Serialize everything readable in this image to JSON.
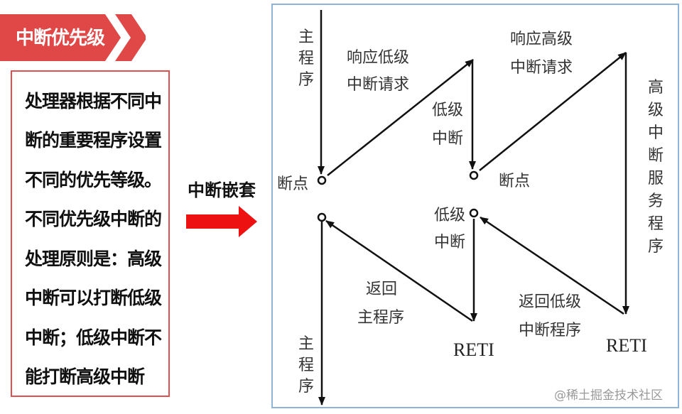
{
  "banner": {
    "title": "中断优先级"
  },
  "description": {
    "lines": [
      "处理器根据不同中",
      "断的重要程序设置",
      "不同的优先等级。",
      "不同优先级中断的",
      "处理原则是：高级",
      "中断可以打断低级",
      "中断；低级中断不",
      "能打断高级中断"
    ]
  },
  "nesting": {
    "label": "中断嵌套"
  },
  "diagram": {
    "main_program_top": "主程序",
    "respond_low": [
      "响应低级",
      "中断请求"
    ],
    "low_interrupt_top": [
      "低级",
      "中断"
    ],
    "respond_high": [
      "响应高级",
      "中断请求"
    ],
    "high_service": "高级中断服务程序",
    "breakpoint_left": "断点",
    "breakpoint_right": "断点",
    "low_interrupt_bottom": [
      "低级",
      "中断"
    ],
    "return_main": [
      "返回",
      "主程序"
    ],
    "return_low": [
      "返回低级",
      "中断程序"
    ],
    "reti_left": "RETI",
    "reti_right": "RETI",
    "main_program_bottom": "主程序"
  },
  "watermark": "@稀土掘金技术社区",
  "colors": {
    "accent": "#e04848",
    "arrow_red": "#ee1111",
    "frame": "#8fb4dc"
  }
}
